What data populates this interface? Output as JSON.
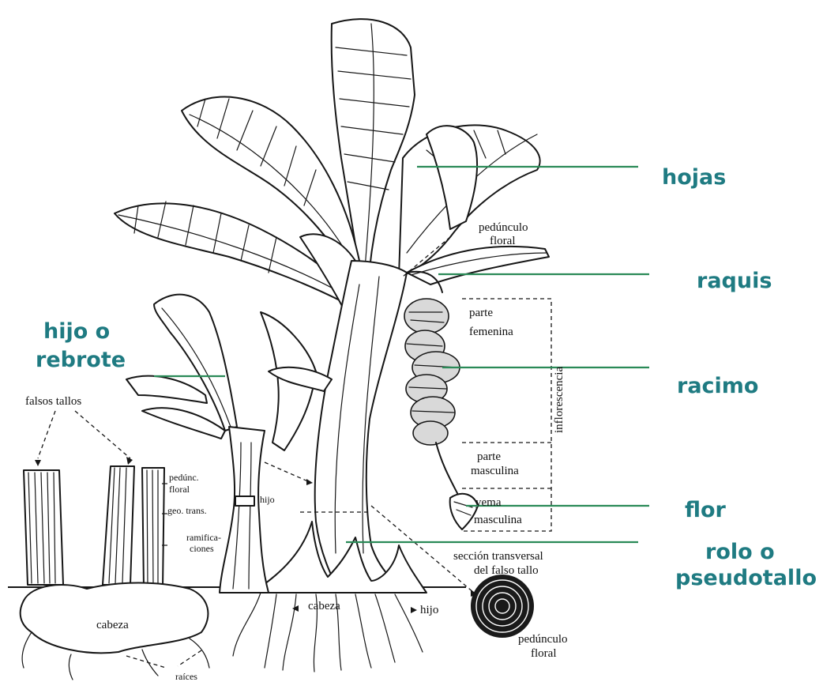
{
  "labels": {
    "hojas": "hojas",
    "raquis": "raquis",
    "racimo": "racimo",
    "flor": "flor",
    "rolo_line1": "rolo o",
    "rolo_line2": "pseudotallo",
    "hijo_line1": "hijo o",
    "hijo_line2": "rebrote"
  },
  "annotations": {
    "pedunculo_top_1": "pedúnculo",
    "pedunculo_top_2": "floral",
    "parte_femenina_1": "parte",
    "parte_femenina_2": "femenina",
    "inflorescencia": "inflorescencia",
    "parte_masculina_1": "parte",
    "parte_masculina_2": "masculina",
    "yema_masculina_1": "yema",
    "yema_masculina_2": "masculina",
    "seccion_1": "sección transversal",
    "seccion_2": "del falso tallo",
    "pedunculo_bottom_1": "pedúnculo",
    "pedunculo_bottom_2": "floral",
    "falsos_tallos": "falsos tallos",
    "pedunc_floral_1": "pedúnc.",
    "pedunc_floral_2": "floral",
    "geo_trans": "geo. trans.",
    "ramificaciones_1": "ramifica-",
    "ramificaciones_2": "ciones",
    "hijo_small": "hijo",
    "hijo_small_right": "hijo",
    "cabeza_left": "cabeza",
    "cabeza_center": "cabeza",
    "raices": "raíces"
  },
  "colors": {
    "label_text": "#1f7b82",
    "leader_line": "#2a8a57"
  }
}
